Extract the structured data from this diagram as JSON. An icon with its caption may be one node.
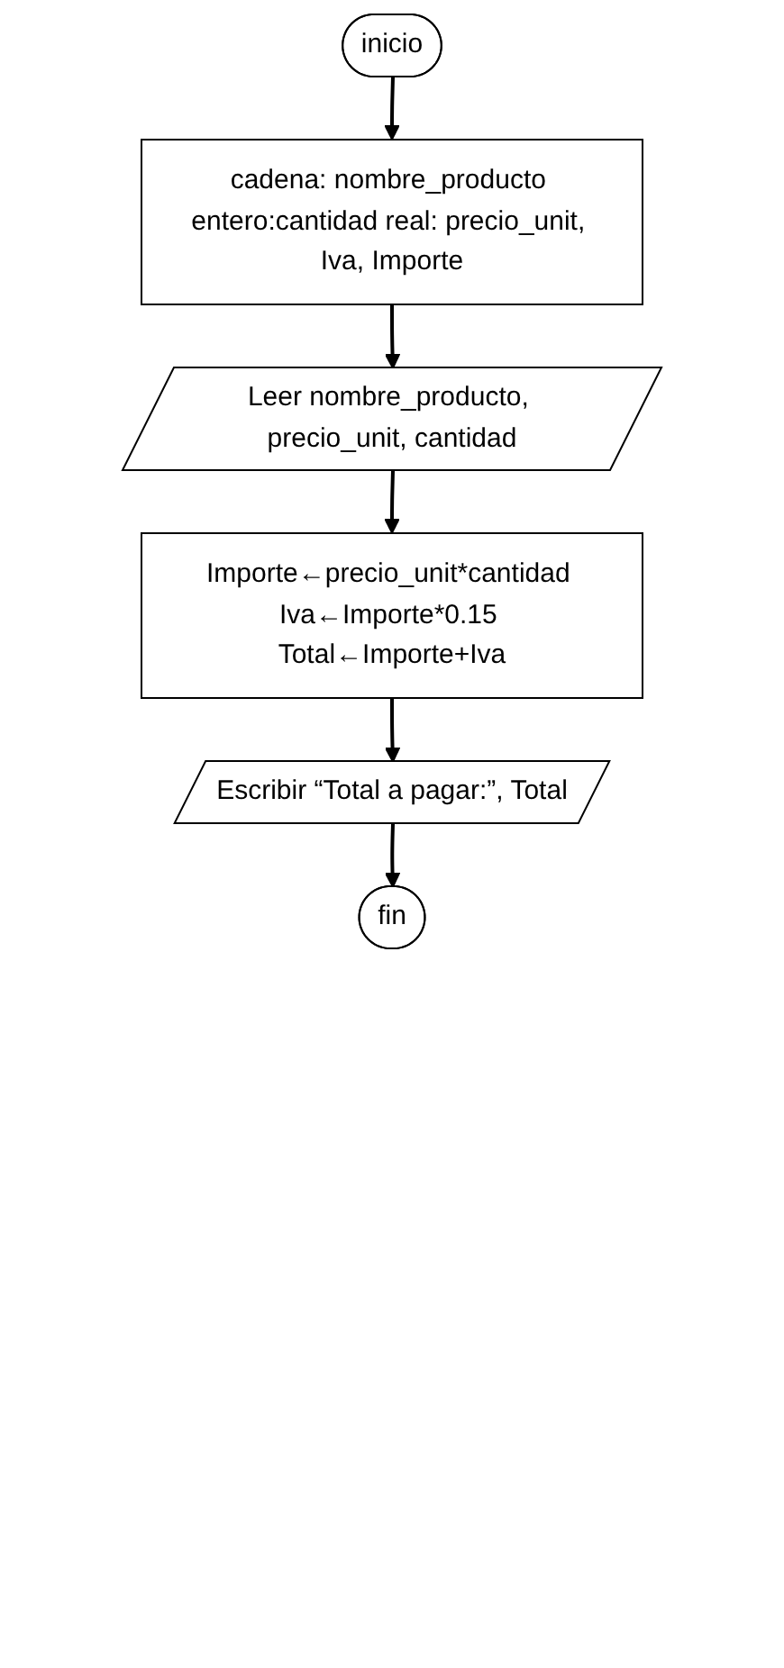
{
  "diagram": {
    "nodes": [
      {
        "text": [
          "inicio"
        ]
      },
      {
        "text": [
          "cadena: nombre_producto entero:cantidad real: precio_unit, Iva, Importe"
        ]
      },
      {
        "text": [
          "Leer nombre_producto, precio_unit, cantidad"
        ]
      },
      {
        "text": [
          "Importe←precio_unit*cantidad Iva←Importe*0.15 Total←Importe+Iva"
        ]
      },
      {
        "text": [
          "Escribir “Total a pagar:”, Total"
        ]
      },
      {
        "text": [
          "fin"
        ]
      }
    ],
    "edges": [
      {
        "from": 0,
        "to": 1,
        "arrow": "to"
      },
      {
        "from": 1,
        "to": 2,
        "arrow": "to"
      },
      {
        "from": 2,
        "to": 3,
        "arrow": "to"
      },
      {
        "from": 3,
        "to": 4,
        "arrow": "to"
      },
      {
        "from": 4,
        "to": 5,
        "arrow": "to"
      }
    ]
  }
}
